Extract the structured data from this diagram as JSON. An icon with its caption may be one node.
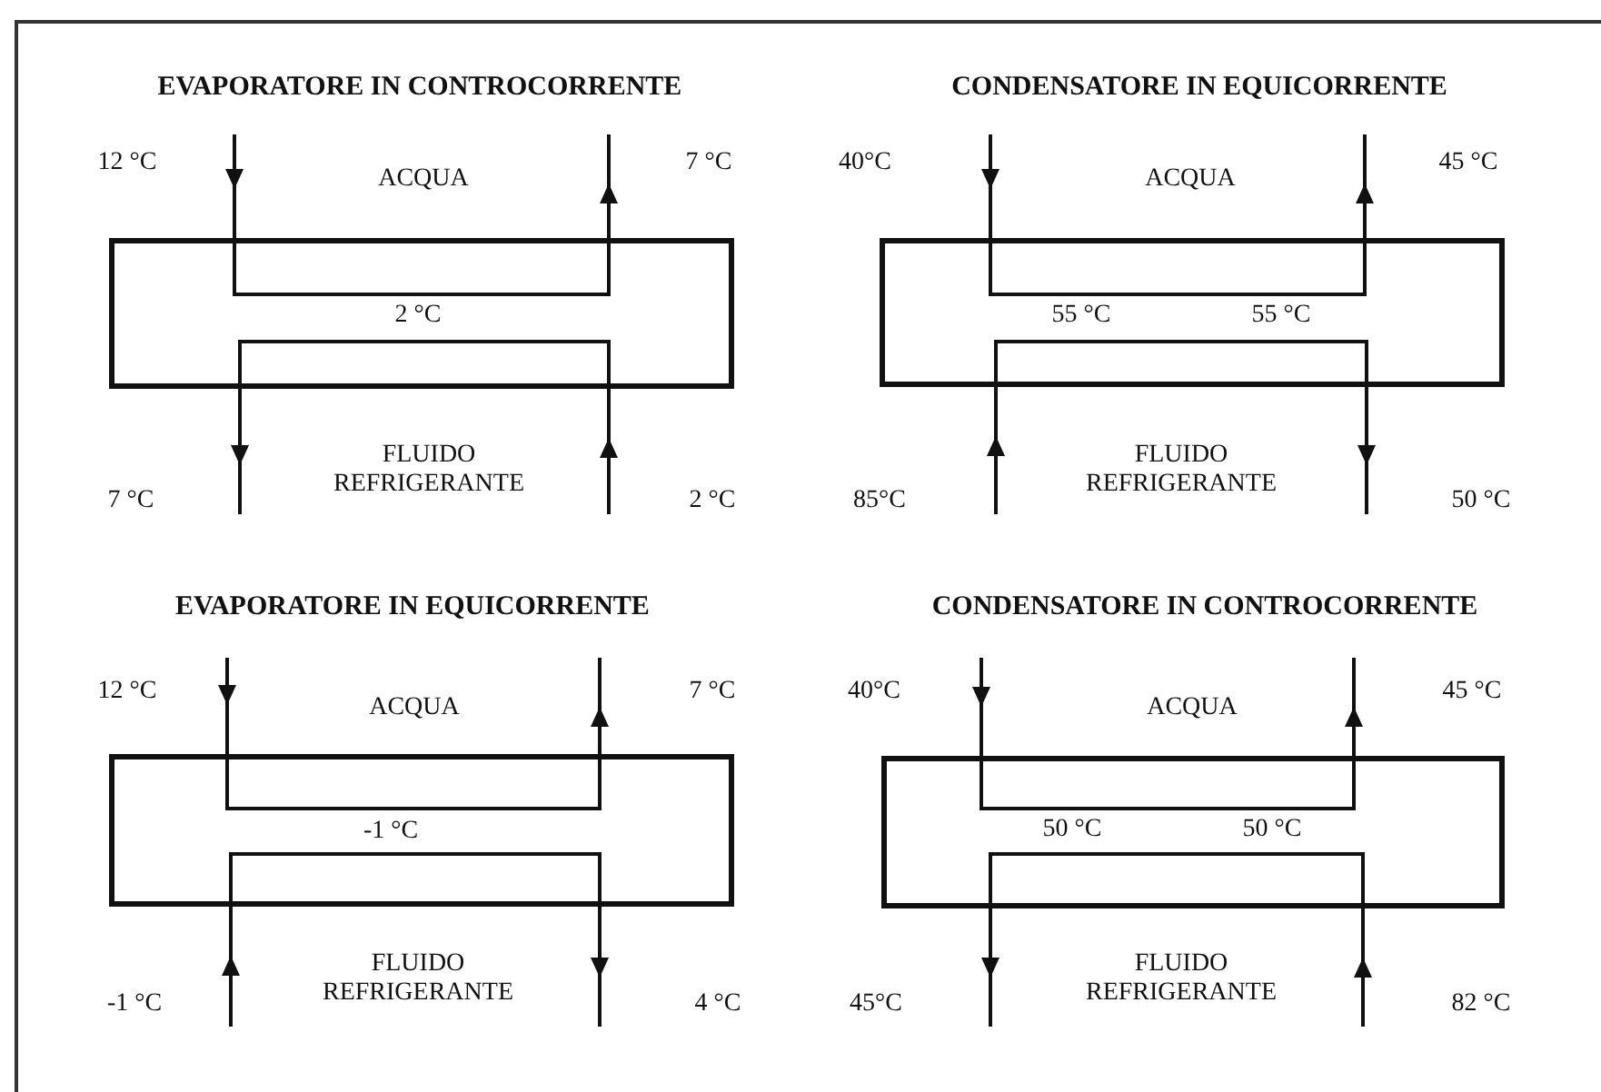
{
  "diagram": {
    "nodes": [
      {
        "text": [
          "2 °C"
        ]
      },
      {
        "text": [
          "55 °C",
          "55 °C"
        ]
      },
      {
        "text": [
          "-1 °C"
        ]
      },
      {
        "text": [
          "50 °C",
          "50 °C"
        ]
      }
    ],
    "edges": [
      {
        "from": null,
        "to": 0,
        "arrow": "to"
      },
      {
        "from": 0,
        "to": null,
        "arrow": "to"
      },
      {
        "from": null,
        "to": 0,
        "arrow": "to"
      },
      {
        "from": 0,
        "to": null,
        "arrow": "to"
      },
      {
        "from": null,
        "to": 1,
        "arrow": "to"
      },
      {
        "from": 1,
        "to": null,
        "arrow": "to"
      },
      {
        "from": null,
        "to": 1,
        "arrow": "to"
      },
      {
        "from": 1,
        "to": null,
        "arrow": "to"
      },
      {
        "from": null,
        "to": 2,
        "arrow": "to"
      },
      {
        "from": 2,
        "to": null,
        "arrow": "to"
      },
      {
        "from": null,
        "to": 2,
        "arrow": "to"
      },
      {
        "from": 2,
        "to": null,
        "arrow": "to"
      },
      {
        "from": null,
        "to": 3,
        "arrow": "to"
      },
      {
        "from": 3,
        "to": null,
        "arrow": "to"
      },
      {
        "from": null,
        "to": 3,
        "arrow": "to"
      },
      {
        "from": 3,
        "to": null,
        "arrow": "to"
      }
    ],
    "labels": [
      "EVAPORATORE IN CONTROCORRENTE",
      "12 °C",
      "ACQUA",
      "7 °C",
      "7 °C",
      "FLUIDO REFRIGERANTE",
      "2 °C",
      "CONDENSATORE IN EQUICORRENTE",
      "40°C",
      "ACQUA",
      "45 °C",
      "85°C",
      "FLUIDO REFRIGERANTE",
      "50 °C",
      "EVAPORATORE IN EQUICORRENTE",
      "12 °C",
      "ACQUA",
      "7 °C",
      "-1 °C",
      "FLUIDO REFRIGERANTE",
      "4 °C",
      "CONDENSATORE IN CONTROCORRENTE",
      "40°C",
      "ACQUA",
      "45 °C",
      "45°C",
      "FLUIDO REFRIGERANTE",
      "82 °C"
    ]
  }
}
